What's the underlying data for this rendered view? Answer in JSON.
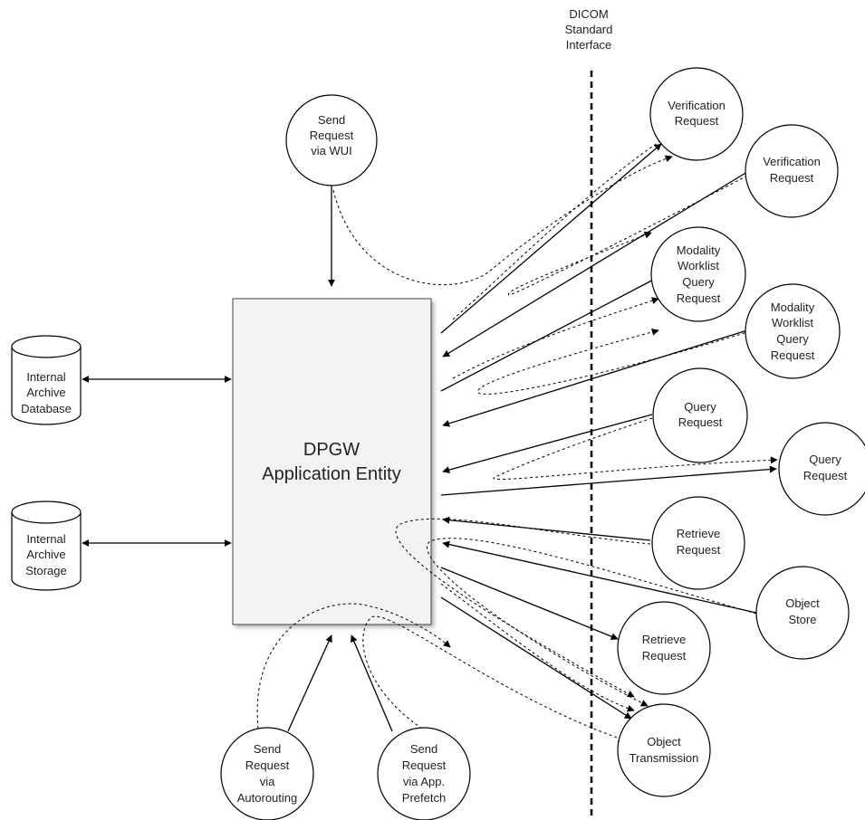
{
  "diagram": {
    "main_entity": {
      "line1": "DPGW",
      "line2": "Application Entity"
    },
    "interface_label": [
      "DICOM",
      "Standard",
      "Interface"
    ],
    "cylinders": [
      {
        "id": "archive-db",
        "lines": [
          "Internal",
          "Archive",
          "Database"
        ]
      },
      {
        "id": "archive-storage",
        "lines": [
          "Internal",
          "Archive",
          "Storage"
        ]
      }
    ],
    "circles": [
      {
        "id": "send-wui",
        "lines": [
          "Send",
          "Request",
          "via WUI"
        ]
      },
      {
        "id": "verification-out",
        "lines": [
          "Verification",
          "Request"
        ]
      },
      {
        "id": "verification-in",
        "lines": [
          "Verification",
          "Request"
        ]
      },
      {
        "id": "mwl-out",
        "lines": [
          "Modality",
          "Worklist",
          "Query",
          "Request"
        ]
      },
      {
        "id": "mwl-in",
        "lines": [
          "Modality",
          "Worklist",
          "Query",
          "Request"
        ]
      },
      {
        "id": "query-in",
        "lines": [
          "Query",
          "Request"
        ]
      },
      {
        "id": "query-out",
        "lines": [
          "Query",
          "Request"
        ]
      },
      {
        "id": "retrieve-in",
        "lines": [
          "Retrieve",
          "Request"
        ]
      },
      {
        "id": "object-store",
        "lines": [
          "Object",
          "Store"
        ]
      },
      {
        "id": "retrieve-out",
        "lines": [
          "Retrieve",
          "Request"
        ]
      },
      {
        "id": "object-transmission",
        "lines": [
          "Object",
          "Transmission"
        ]
      },
      {
        "id": "send-autorouting",
        "lines": [
          "Send",
          "Request",
          "via",
          "Autorouting"
        ]
      },
      {
        "id": "send-prefetch",
        "lines": [
          "Send",
          "Request",
          "via App.",
          "Prefetch"
        ]
      }
    ]
  }
}
